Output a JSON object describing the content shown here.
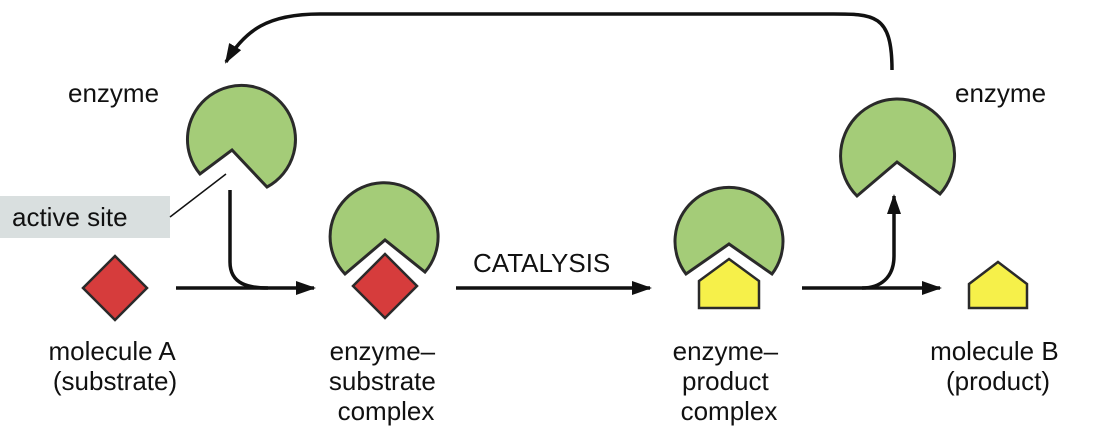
{
  "colors": {
    "enzyme_fill": "#a4cc78",
    "substrate_fill": "#d63c3c",
    "product_fill": "#f6f04a",
    "active_site_box": "#d9dfdf",
    "line": "#111111"
  },
  "labels": {
    "enzyme_left": "enzyme",
    "enzyme_right": "enzyme",
    "active_site": "active site",
    "catalysis": "CATALYSIS",
    "molecule_a": [
      "molecule A",
      "(substrate)"
    ],
    "es_complex": [
      "enzyme–",
      "substrate",
      "complex"
    ],
    "ep_complex": [
      "enzyme–",
      "product",
      "complex"
    ],
    "molecule_b": [
      "molecule B",
      "(product)"
    ]
  },
  "icons": {
    "enzyme": "pac-man-circle",
    "substrate": "red-diamond",
    "product": "yellow-pentagon"
  }
}
